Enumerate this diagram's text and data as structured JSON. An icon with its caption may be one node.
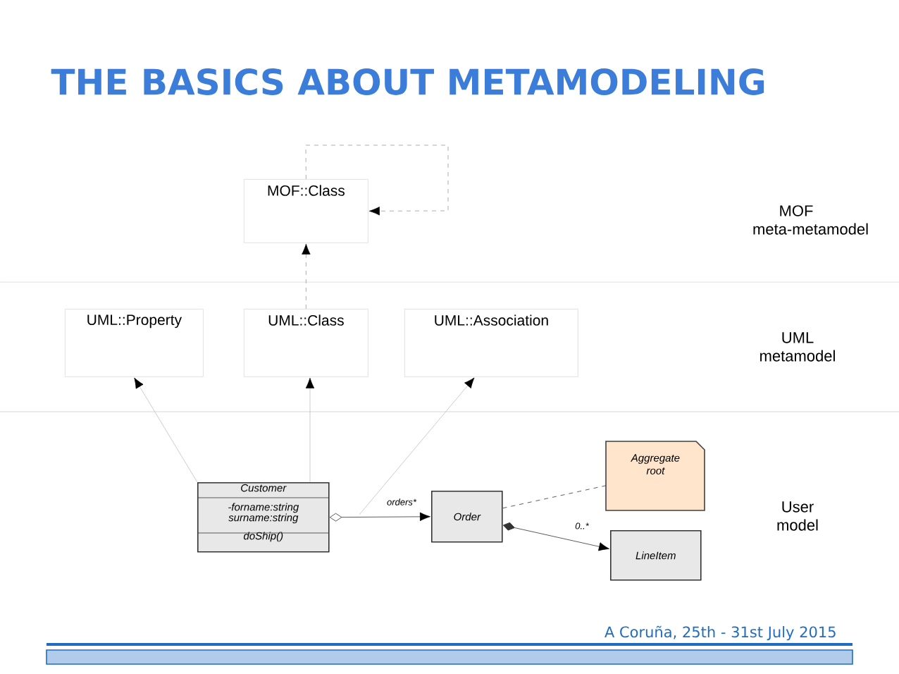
{
  "diagram": {
    "title": "THE BASICS ABOUT METAMODELING",
    "nodes": [
      {
        "text": [
          "MOF::Class"
        ]
      },
      {
        "text": [
          "UML::Property"
        ]
      },
      {
        "text": [
          "UML::Class"
        ]
      },
      {
        "text": [
          "UML::Association"
        ]
      },
      {
        "text": [
          "Customer",
          "-forname:string",
          "surname:string",
          "doShip()"
        ]
      },
      {
        "text": [
          "Order"
        ]
      },
      {
        "text": [
          "Aggregate root"
        ]
      },
      {
        "text": [
          "LineItem"
        ]
      }
    ],
    "edges": [
      {
        "from": 0,
        "to": 0,
        "arrow": "to",
        "style": "dashed",
        "color": "#999999"
      },
      {
        "from": 2,
        "to": 0,
        "arrow": "to",
        "style": "dashed",
        "color": "#999999"
      },
      {
        "from": 4,
        "to": 1,
        "arrow": "to"
      },
      {
        "from": 4,
        "to": 2,
        "arrow": "to"
      },
      {
        "from": null,
        "to": 3,
        "arrow": "to"
      },
      {
        "from": 4,
        "to": 5,
        "arrow": "to",
        "label": "orders*",
        "color": "#333333"
      },
      {
        "from": 5,
        "to": 6,
        "arrow": "none",
        "style": "dashed",
        "color": "#333333"
      },
      {
        "from": 5,
        "to": 7,
        "arrow": "to",
        "label": "0..*",
        "color": "#333333"
      }
    ],
    "labels": [
      "MOF meta-metamodel",
      "UML metamodel",
      "User model",
      "A Coruña, 25th - 31st July 2015"
    ]
  }
}
